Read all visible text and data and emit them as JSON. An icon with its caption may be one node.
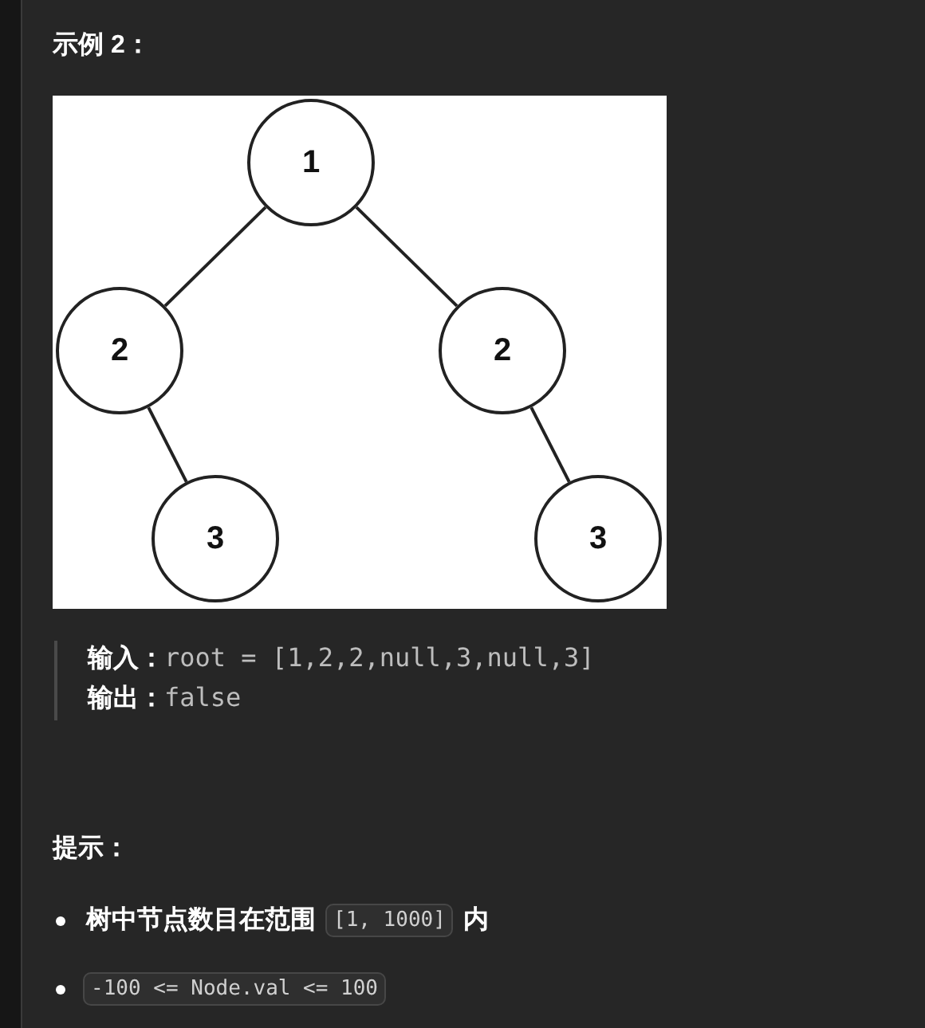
{
  "diagram": {
    "title": "示例 2：",
    "nodes": [
      {
        "text": [
          "1"
        ]
      },
      {
        "text": [
          "2"
        ]
      },
      {
        "text": [
          "2"
        ]
      },
      {
        "text": [
          "3"
        ]
      },
      {
        "text": [
          "3"
        ]
      }
    ],
    "edges": [
      {
        "from": 0,
        "to": 1,
        "arrow": "none"
      },
      {
        "from": 0,
        "to": 2,
        "arrow": "none"
      },
      {
        "from": 1,
        "to": 3,
        "arrow": "none"
      },
      {
        "from": 2,
        "to": 4,
        "arrow": "none"
      }
    ],
    "labels": [
      "输入：",
      "root = [1,2,2,null,3,null,3]",
      "输出：",
      "false",
      "提示：",
      "树中节点数目在范围",
      "[1, 1000]",
      "内",
      "-100 <= Node.val <= 100"
    ]
  }
}
